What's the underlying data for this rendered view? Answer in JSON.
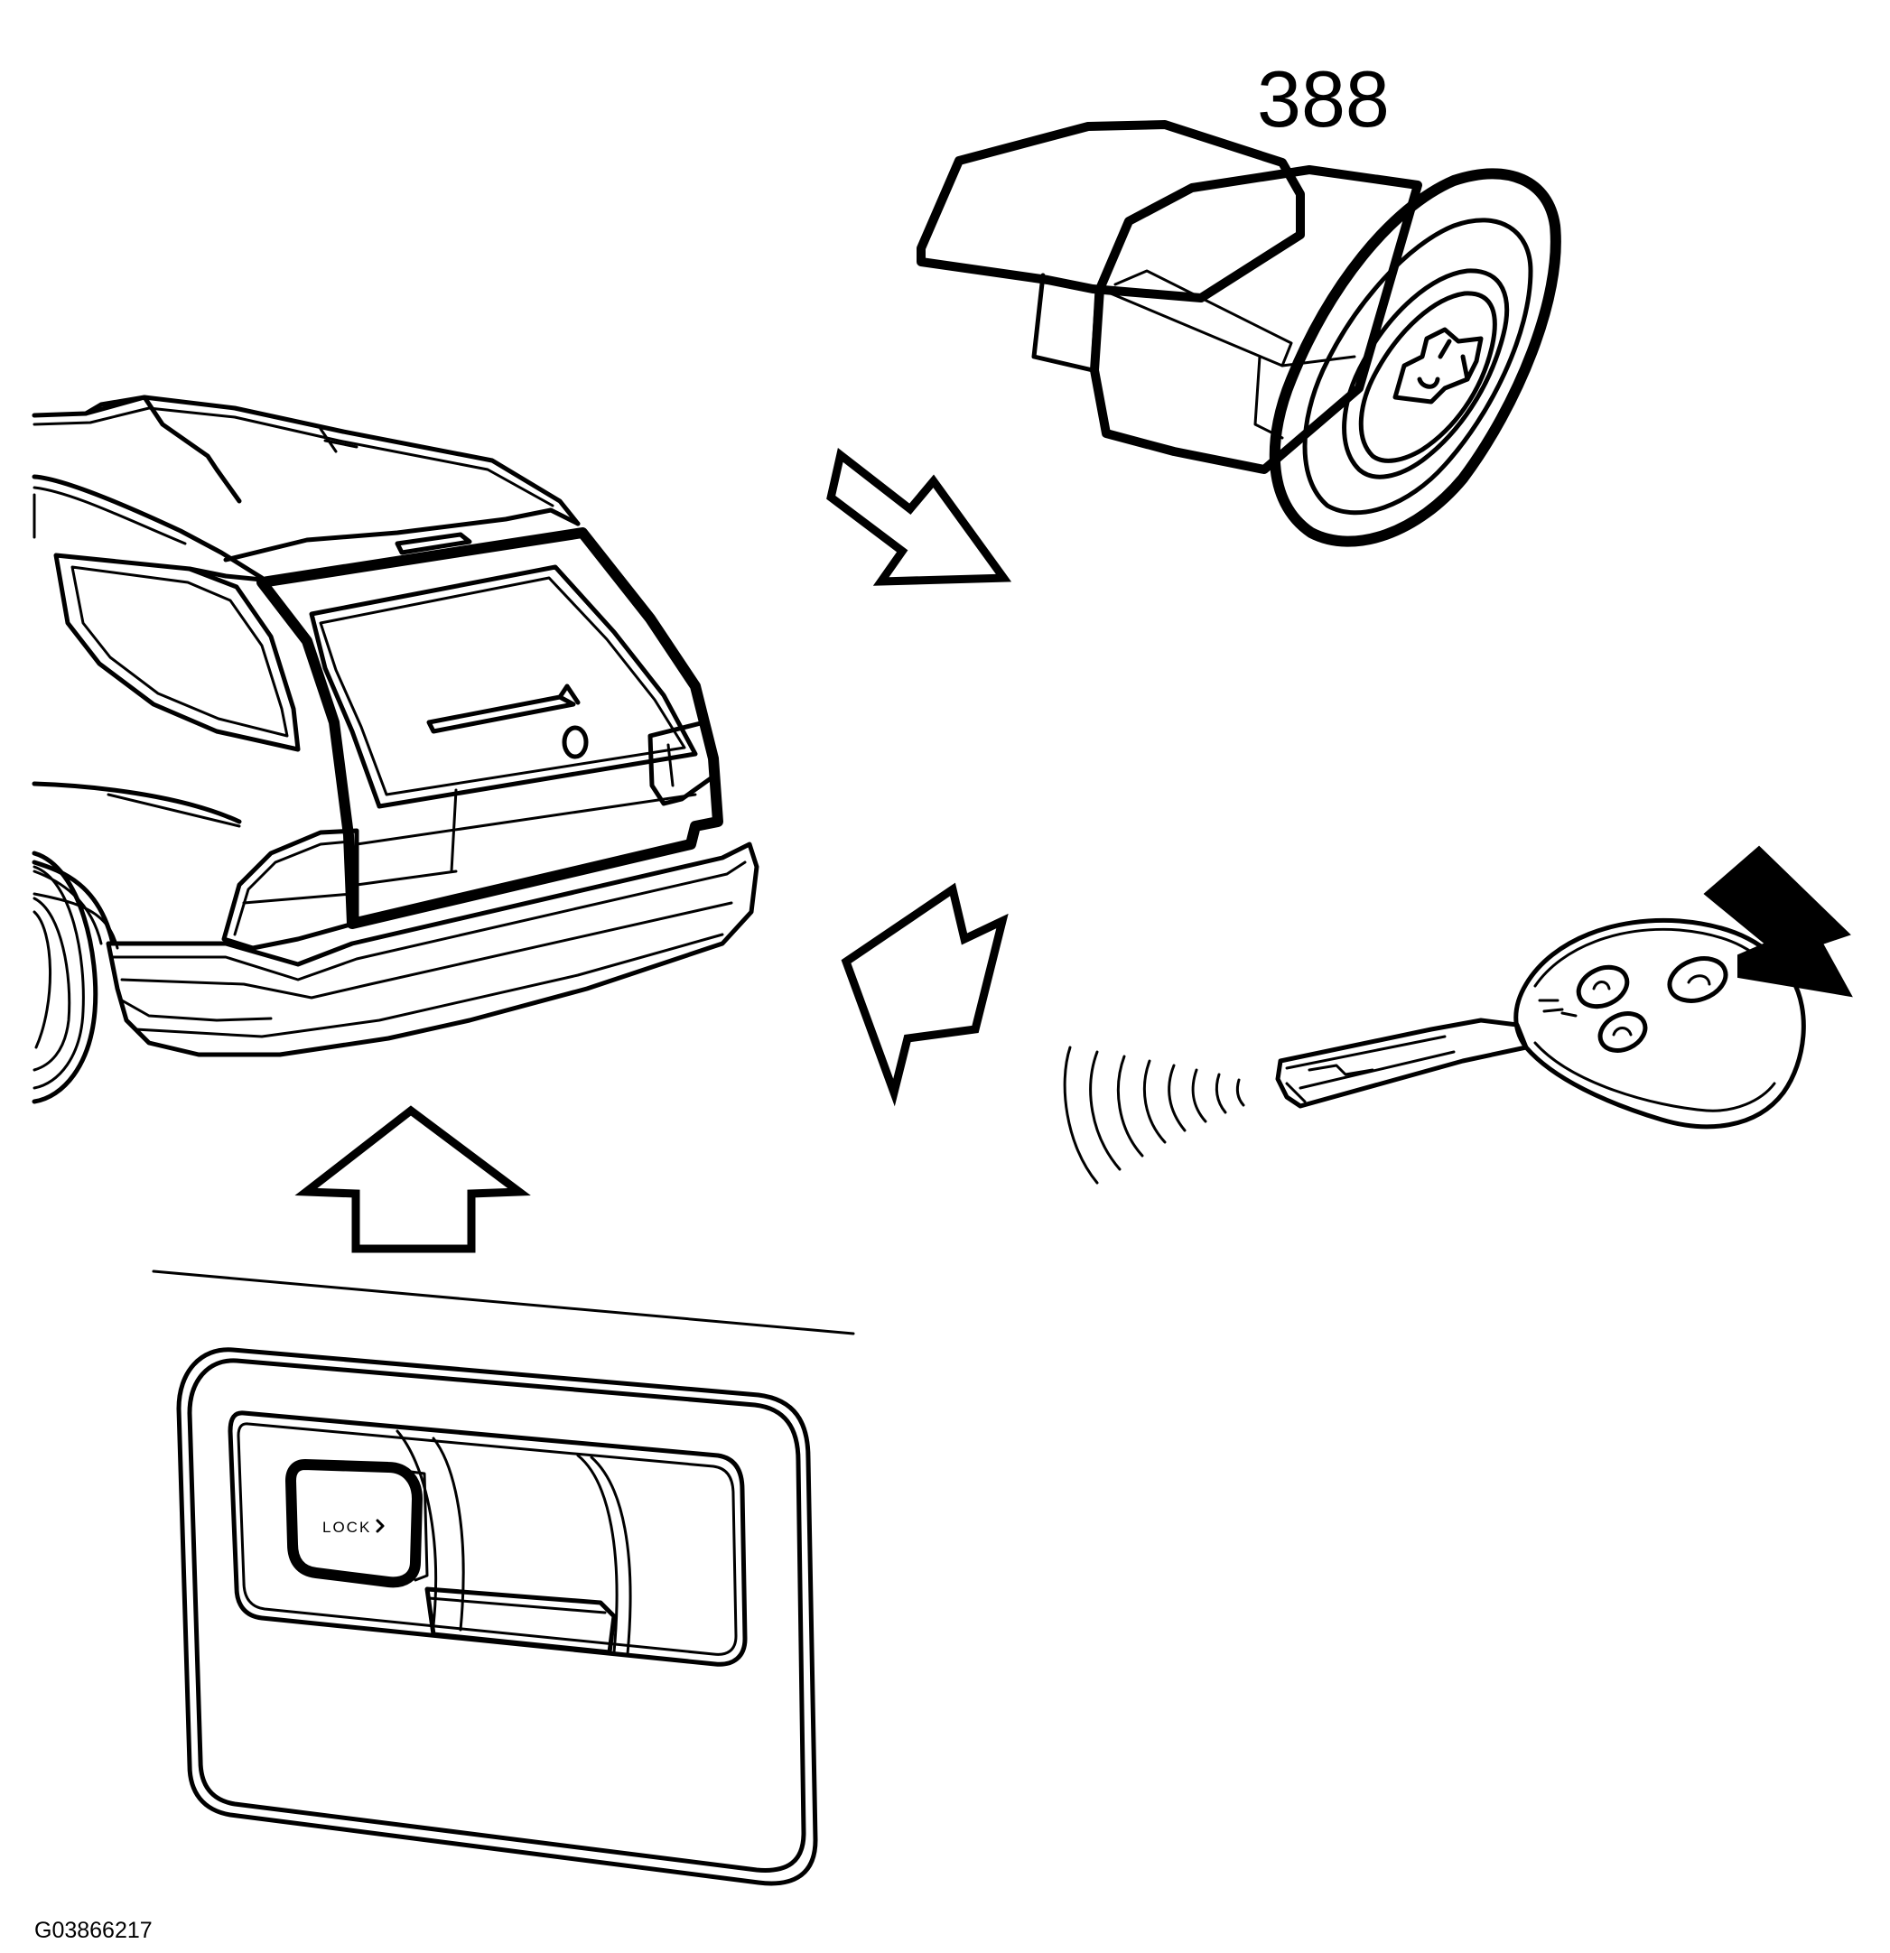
{
  "diagram": {
    "part_number": "388",
    "figure_id": "G03866217",
    "lock_button_label": "LOCK"
  },
  "icons": {
    "switch_symbol": "car-with-open-tailgate-icon",
    "press_arrow": "solid-black-arrow-icon"
  }
}
